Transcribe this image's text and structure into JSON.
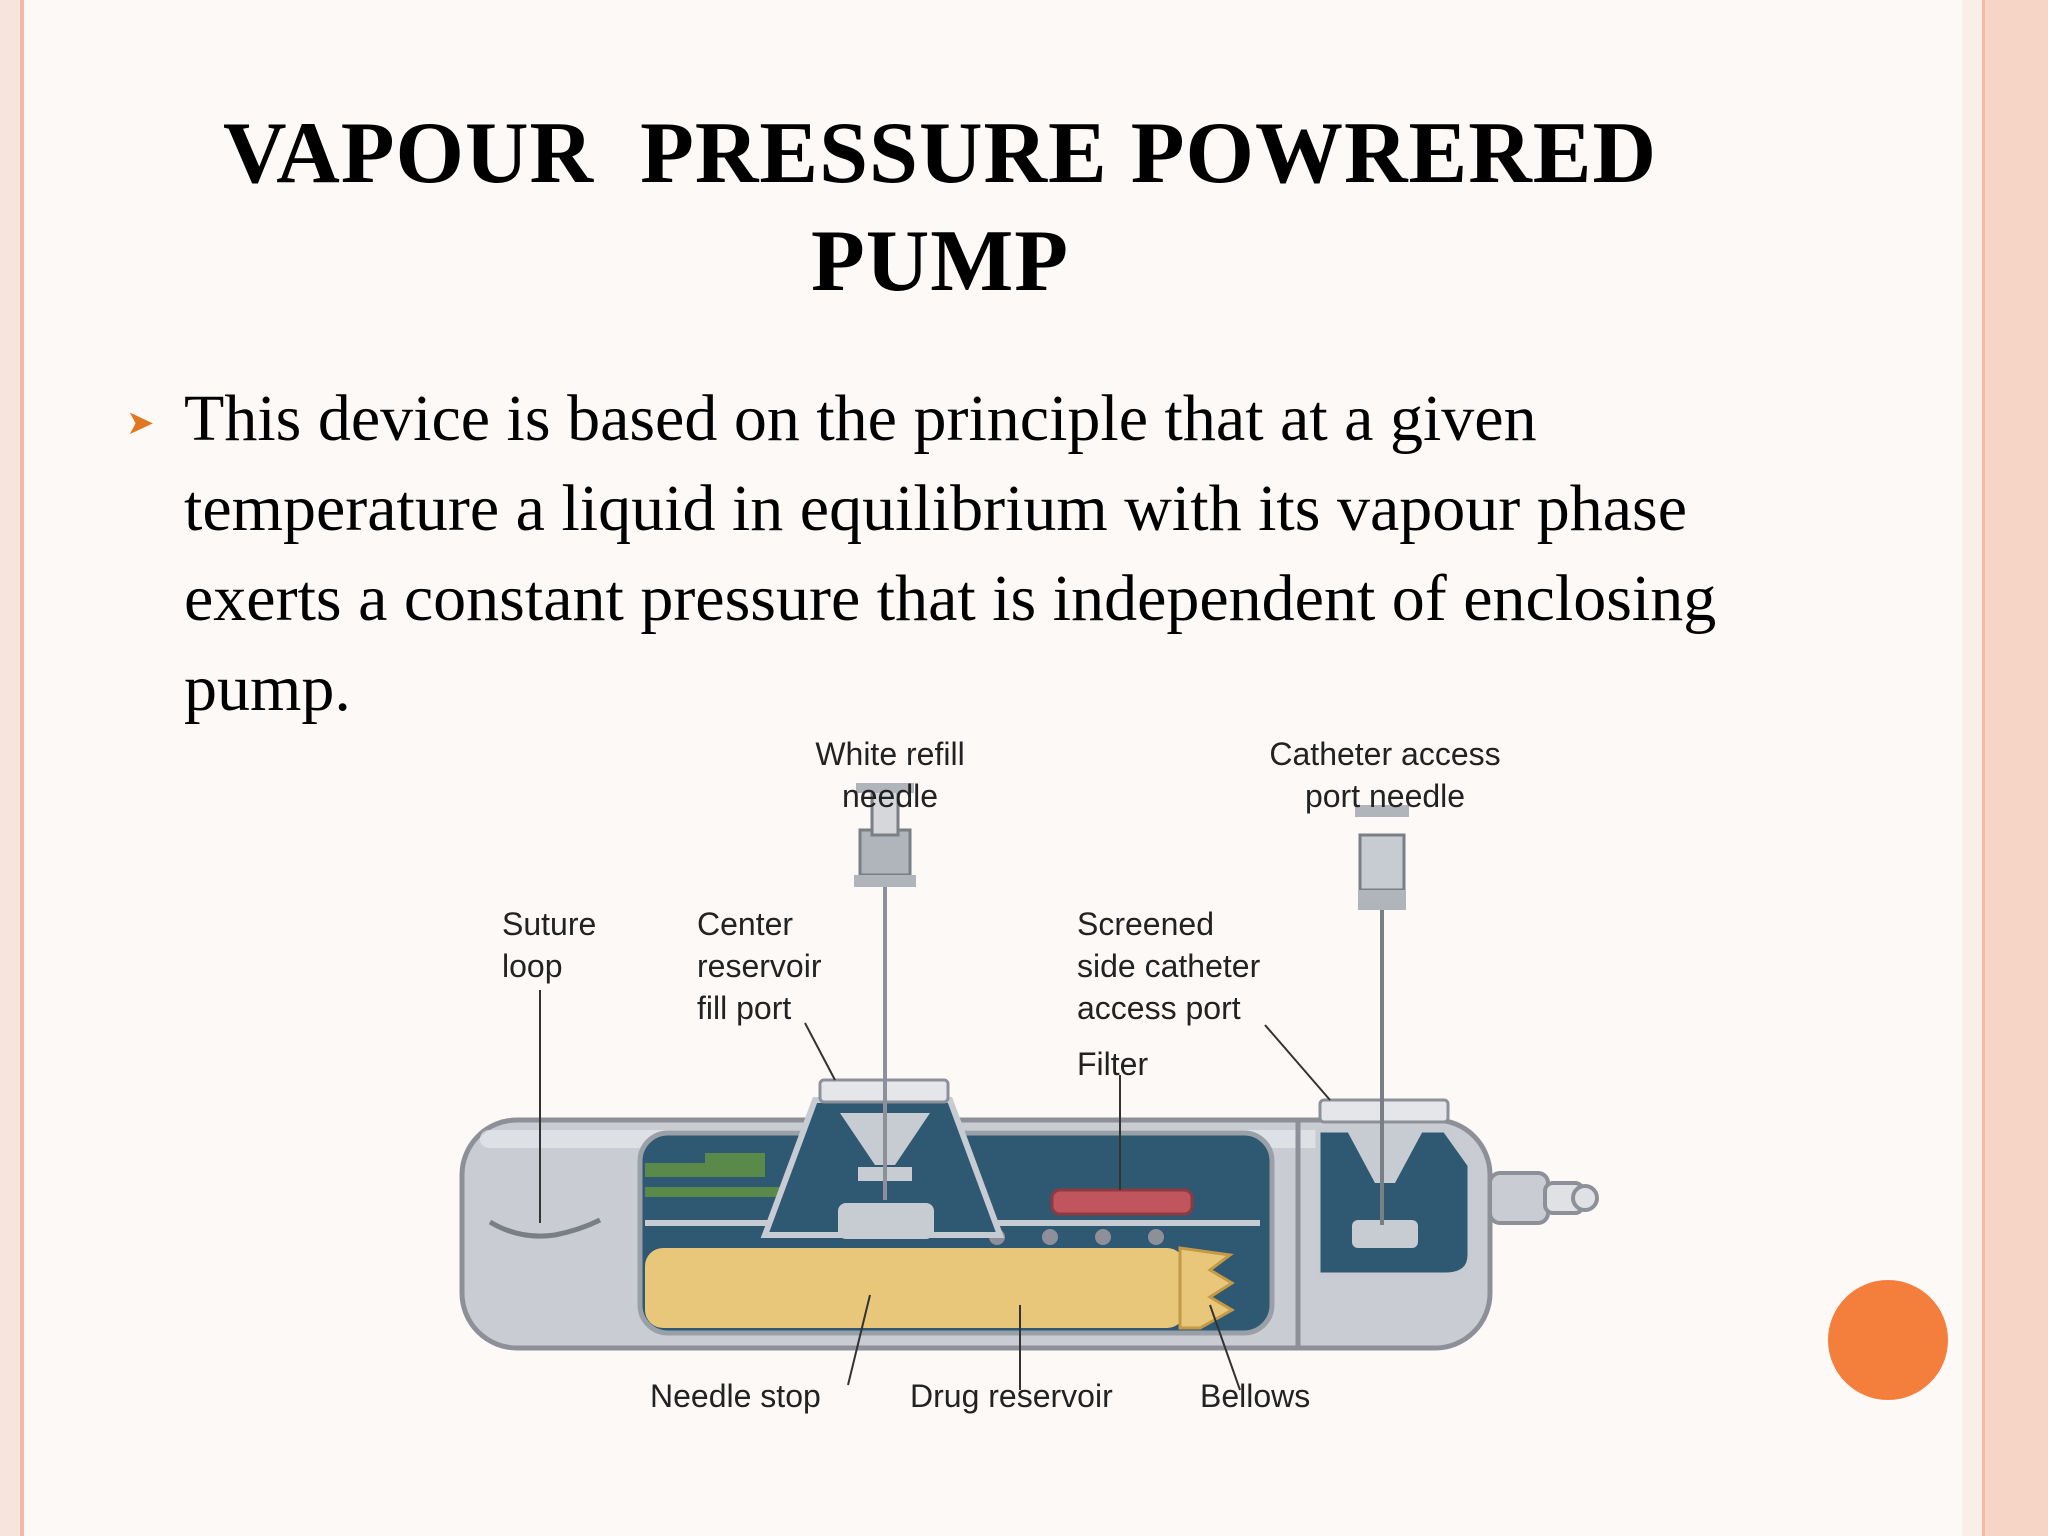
{
  "slide": {
    "title_line1": "VAPOUR  PRESSURE POWRERED",
    "title_line2": "PUMP",
    "bullet": "This device is based on the principle that at a given temperature a liquid in equilibrium with its vapour phase exerts a constant pressure that is independent of enclosing pump."
  },
  "diagram": {
    "labels": {
      "white_refill_l1": "White refill",
      "white_refill_l2": "needle",
      "catheter_needle_l1": "Catheter access",
      "catheter_needle_l2": "port needle",
      "suture_l1": "Suture",
      "suture_l2": "loop",
      "center_l1": "Center",
      "center_l2": "reservoir",
      "center_l3": "fill port",
      "screened_l1": "Screened",
      "screened_l2": "side catheter",
      "screened_l3": "access port",
      "filter": "Filter",
      "needle_stop": "Needle stop",
      "drug_reservoir": "Drug reservoir",
      "bellows": "Bellows"
    }
  },
  "colors": {
    "accent": "#f47f3c",
    "frame": "#f2b9a4",
    "housing": "#c9ccd3",
    "chamber": "#2f5872",
    "reservoir": "#e8c77a",
    "filter": "#c0555e"
  }
}
